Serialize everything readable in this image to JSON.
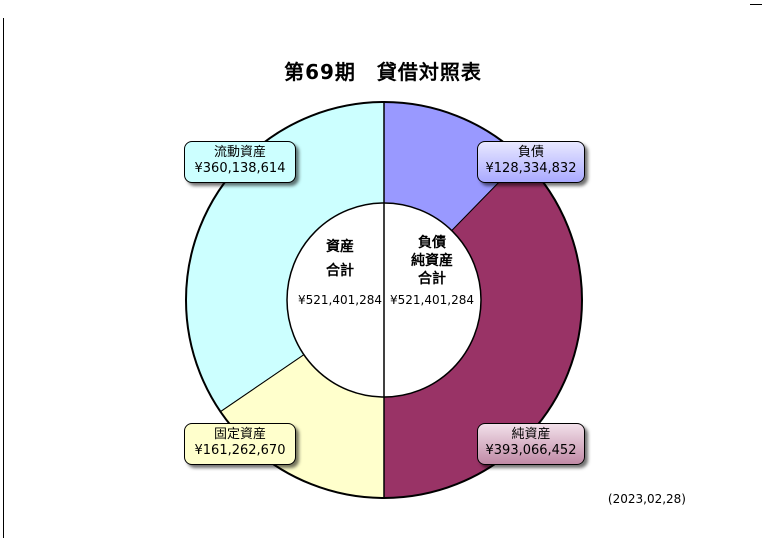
{
  "title": "第69期　貸借対照表",
  "date": "(2023,02,28)",
  "chart_data": {
    "type": "pie",
    "subtype": "donut",
    "left_half": {
      "center_title": [
        "資産",
        "合計"
      ],
      "center_value": "¥521,401,284",
      "slices": [
        {
          "label": "流動資産",
          "value": 360138614,
          "value_text": "¥360,138,614",
          "color": "#ccffff"
        },
        {
          "label": "固定資産",
          "value": 161262670,
          "value_text": "¥161,262,670",
          "color": "#ffffcc"
        }
      ]
    },
    "right_half": {
      "center_title": [
        "負債",
        "純資産",
        "合計"
      ],
      "center_value": "¥521,401,284",
      "slices": [
        {
          "label": "負債",
          "value": 128334832,
          "value_text": "¥128,334,832",
          "color": "#9999ff"
        },
        {
          "label": "純資産",
          "value": 393066452,
          "value_text": "¥393,066,452",
          "color": "#993366"
        }
      ]
    }
  }
}
